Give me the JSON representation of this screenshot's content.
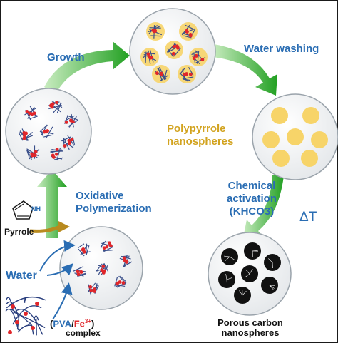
{
  "steps": {
    "growth": "Growth",
    "water_washing": "Water washing",
    "polypyrrole": [
      "Polypyrrole",
      "nanospheres"
    ],
    "chemical_activation": [
      "Chemical",
      "activation",
      "(KHCO3)"
    ],
    "delta_t": "ΔT",
    "oxidative": [
      "Oxidative",
      "Polymerization"
    ],
    "porous": [
      "Porous carbon",
      "nanospheres"
    ]
  },
  "inputs": {
    "pyrrole": "Pyrrole",
    "nh": "NH",
    "water": "Water",
    "complex_open": "(",
    "pva": "PVA",
    "slash": "/",
    "fe": "Fe",
    "fe_charge": "3+",
    "complex_close": ")",
    "complex_word": "complex"
  },
  "colors": {
    "arrow_green": "#2fa82f",
    "label_blue": "#2a6db3",
    "sphere_yellow": "#f7d469",
    "sphere_black": "#111111",
    "fe_red": "#e0262a",
    "pyrrole_arrow": "#b88a1e"
  }
}
